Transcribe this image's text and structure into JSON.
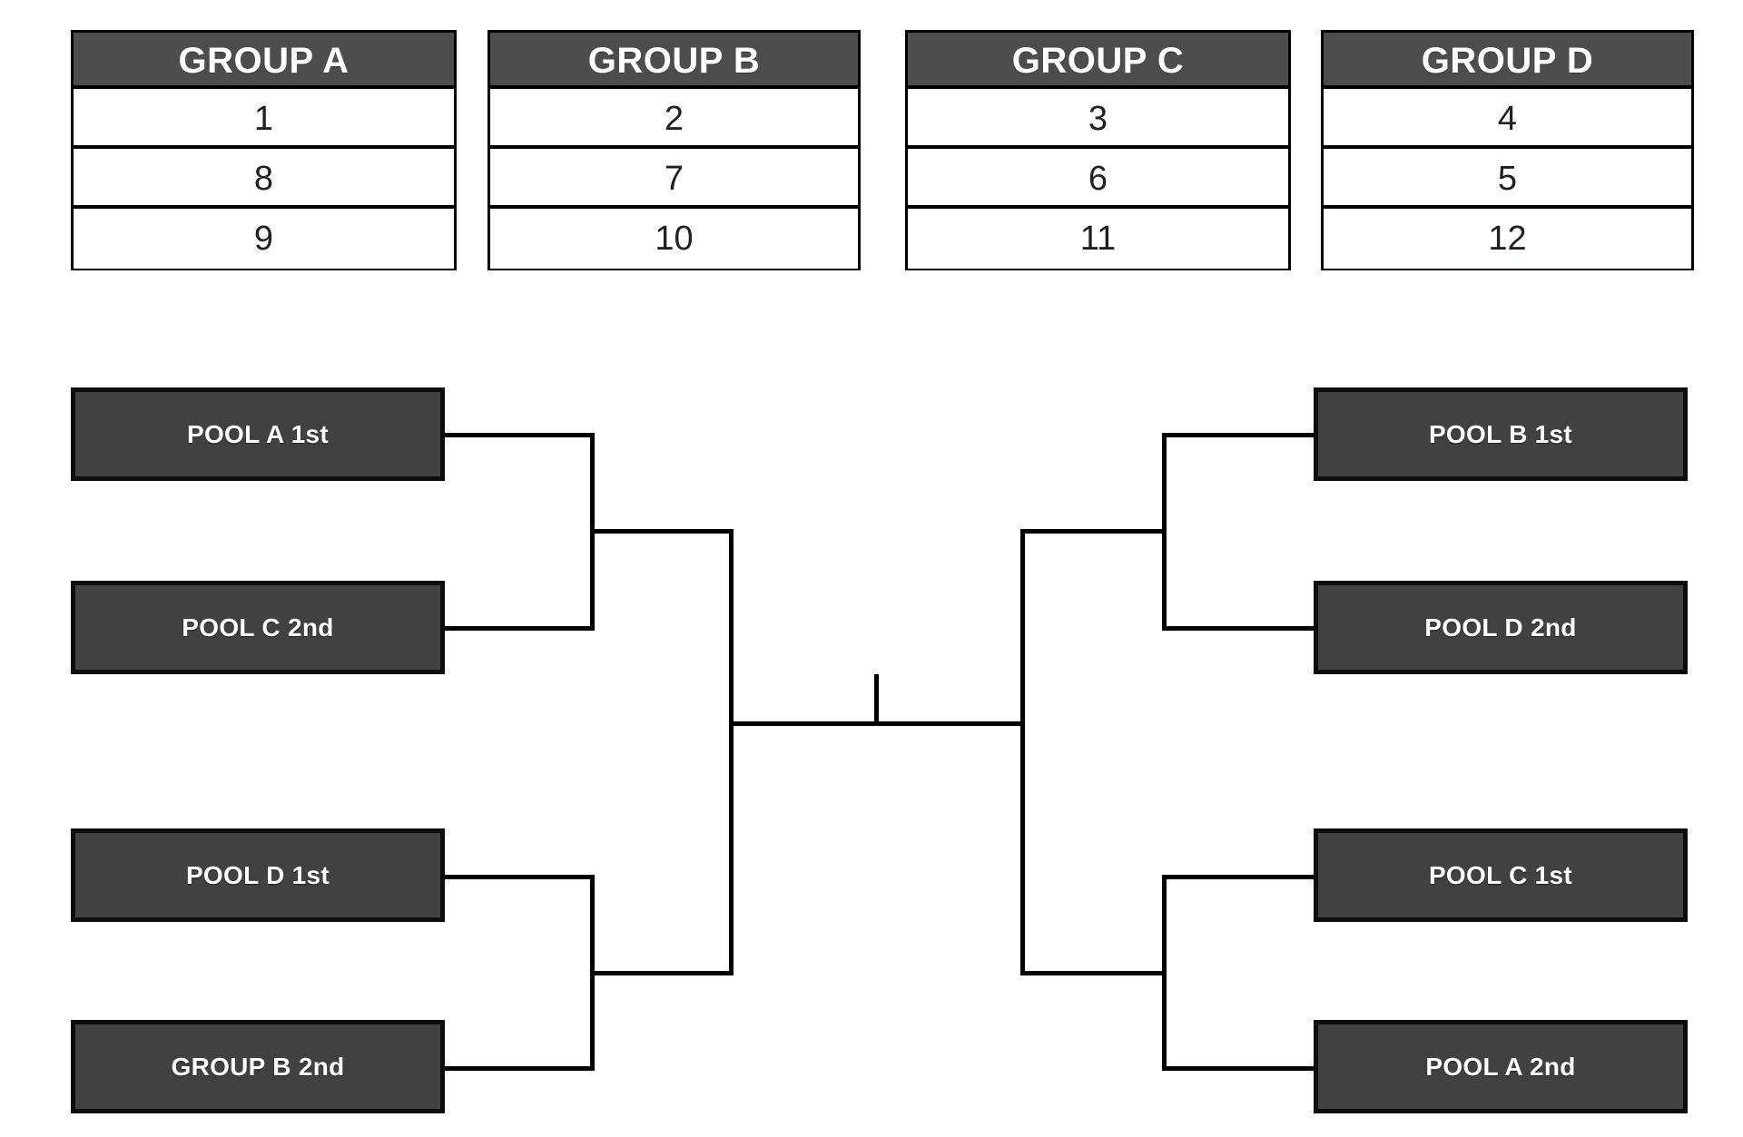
{
  "groups": [
    {
      "title": "GROUP A",
      "teams": [
        "1",
        "8",
        "9"
      ]
    },
    {
      "title": "GROUP B",
      "teams": [
        "2",
        "7",
        "10"
      ]
    },
    {
      "title": "GROUP C",
      "teams": [
        "3",
        "6",
        "11"
      ]
    },
    {
      "title": "GROUP D",
      "teams": [
        "4",
        "5",
        "12"
      ]
    }
  ],
  "bracket": {
    "left": [
      {
        "label": "POOL A 1st"
      },
      {
        "label": "POOL C 2nd"
      },
      {
        "label": "POOL D 1st"
      },
      {
        "label": "GROUP B 2nd"
      }
    ],
    "right": [
      {
        "label": "POOL B 1st"
      },
      {
        "label": "POOL D 2nd"
      },
      {
        "label": "POOL C 1st"
      },
      {
        "label": "POOL A 2nd"
      }
    ]
  },
  "colors": {
    "header_fill": "#4d4d4d",
    "box_fill": "#414141",
    "box_border": "#0d0d0d",
    "line": "#000000",
    "table_bg": "#ffffff",
    "table_border": "#000000",
    "text_light": "#ffffff",
    "text_dark": "#231f20"
  }
}
